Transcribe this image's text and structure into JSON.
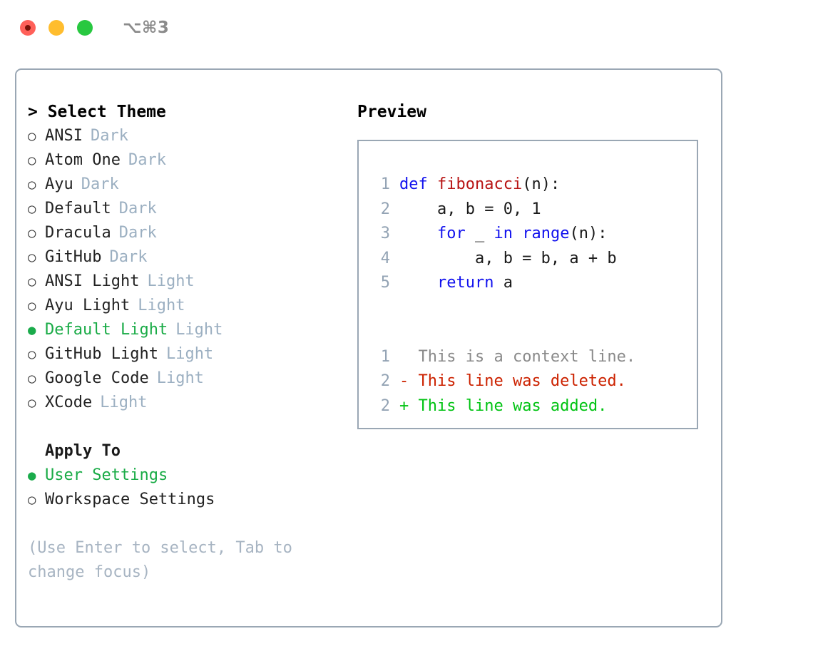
{
  "window": {
    "shortcut_label": "⌥⌘3",
    "traffic_lights": [
      "close",
      "minimize",
      "maximize"
    ]
  },
  "theme_picker": {
    "heading": "> Select Theme",
    "bullet_selected": "●",
    "bullet_unselected": "○",
    "selected_theme": "Default Light",
    "accent_color": "#19ab46",
    "tag_color": "#9bafc1",
    "items": [
      {
        "label": "ANSI",
        "tag": "Dark",
        "selected": false
      },
      {
        "label": "Atom One",
        "tag": "Dark",
        "selected": false
      },
      {
        "label": "Ayu",
        "tag": "Dark",
        "selected": false
      },
      {
        "label": "Default",
        "tag": "Dark",
        "selected": false
      },
      {
        "label": "Dracula",
        "tag": "Dark",
        "selected": false
      },
      {
        "label": "GitHub",
        "tag": "Dark",
        "selected": false
      },
      {
        "label": "ANSI Light",
        "tag": "Light",
        "selected": false
      },
      {
        "label": "Ayu Light",
        "tag": "Light",
        "selected": false
      },
      {
        "label": "Default Light",
        "tag": "Light",
        "selected": true
      },
      {
        "label": "GitHub Light",
        "tag": "Light",
        "selected": false
      },
      {
        "label": "Google Code",
        "tag": "Light",
        "selected": false
      },
      {
        "label": "XCode",
        "tag": "Light",
        "selected": false
      }
    ]
  },
  "apply_to": {
    "heading": "Apply To",
    "selected_option": "User Settings",
    "items": [
      {
        "label": "User Settings",
        "selected": true
      },
      {
        "label": "Workspace Settings",
        "selected": false
      }
    ]
  },
  "hint": {
    "text": "(Use Enter to select, Tab to change focus)"
  },
  "preview": {
    "heading": "Preview",
    "code_lines": [
      {
        "num": "1",
        "tokens": [
          {
            "text": "def ",
            "kind": "keyword"
          },
          {
            "text": "fibonacci",
            "kind": "function"
          },
          {
            "text": "(n):",
            "kind": "plain"
          }
        ]
      },
      {
        "num": "2",
        "tokens": [
          {
            "text": "    a, b = 0, 1",
            "kind": "plain"
          }
        ]
      },
      {
        "num": "3",
        "tokens": [
          {
            "text": "    ",
            "kind": "plain"
          },
          {
            "text": "for",
            "kind": "keyword"
          },
          {
            "text": " _ ",
            "kind": "plain"
          },
          {
            "text": "in",
            "kind": "keyword"
          },
          {
            "text": " ",
            "kind": "plain"
          },
          {
            "text": "range",
            "kind": "keyword"
          },
          {
            "text": "(n):",
            "kind": "plain"
          }
        ]
      },
      {
        "num": "4",
        "tokens": [
          {
            "text": "        a, b = b, a + b",
            "kind": "plain"
          }
        ]
      },
      {
        "num": "5",
        "tokens": [
          {
            "text": "    ",
            "kind": "plain"
          },
          {
            "text": "return",
            "kind": "keyword"
          },
          {
            "text": " a",
            "kind": "plain"
          }
        ]
      }
    ],
    "diff_lines": [
      {
        "num": "1",
        "marker": "  ",
        "text": "This is a context line.",
        "kind": "context"
      },
      {
        "num": "2",
        "marker": "- ",
        "text": "This line was deleted.",
        "kind": "deleted"
      },
      {
        "num": "2",
        "marker": "+ ",
        "text": "This line was added.",
        "kind": "added"
      }
    ],
    "syntax_colors": {
      "keyword": "#1111ee",
      "function": "#b81414",
      "plain": "#1a1a1a",
      "line_number": "#93a3b4",
      "diff_context": "#8a8a8a",
      "diff_deleted": "#cc2200",
      "diff_added": "#00c312"
    }
  }
}
